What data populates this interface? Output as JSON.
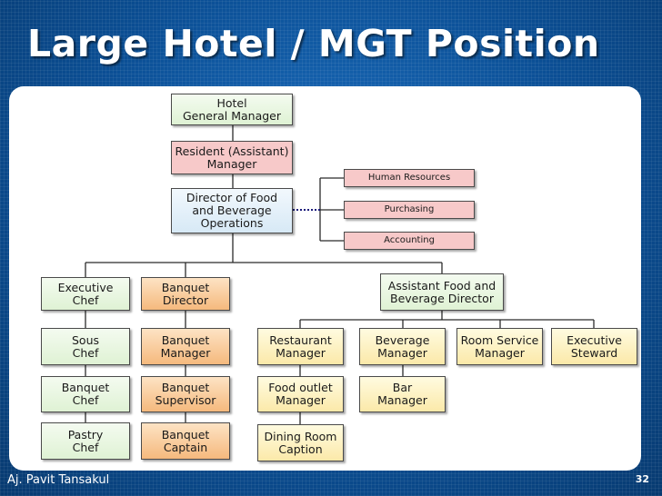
{
  "slide": {
    "title": "Large Hotel / MGT Position",
    "author": "Aj. Pavit Tansakul",
    "page_number": "32"
  },
  "colors": {
    "background": "#0b4f95",
    "panel": "#ffffff",
    "connector": "#2b2b2b",
    "dotted_connector": "#1a1a7a"
  },
  "chart": {
    "general_manager": "Hotel\nGeneral Manager",
    "resident_manager": "Resident (Assistant)\nManager",
    "fb_director": "Director of Food\nand Beverage\nOperations",
    "human_resources": "Human Resources",
    "purchasing": "Purchasing",
    "accounting": "Accounting",
    "executive_chef": "Executive\nChef",
    "banquet_director": "Banquet\nDirector",
    "assistant_fb_director": "Assistant Food and\nBeverage Director",
    "sous_chef": "Sous\nChef",
    "banquet_chef": "Banquet\nChef",
    "pastry_chef": "Pastry\nChef",
    "banquet_manager": "Banquet\nManager",
    "banquet_supervisor": "Banquet\nSupervisor",
    "banquet_captain": "Banquet\nCaptain",
    "restaurant_manager": "Restaurant\nManager",
    "food_outlet_manager": "Food outlet\nManager",
    "dining_room_caption": "Dining Room\nCaption",
    "beverage_manager": "Beverage\nManager",
    "bar_manager": "Bar\nManager",
    "room_service_manager": "Room Service\nManager",
    "executive_steward": "Executive\nSteward"
  }
}
